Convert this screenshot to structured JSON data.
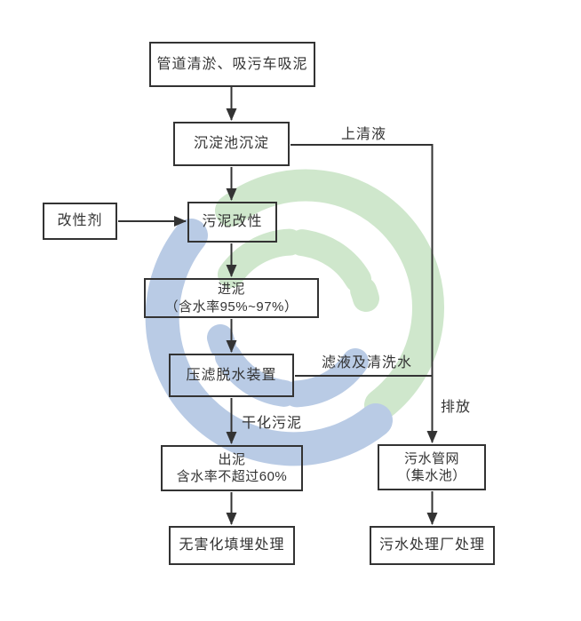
{
  "nodes": {
    "dredging": {
      "label": "管道清淤、吸污车吸泥"
    },
    "sedimentation": {
      "label": "沉淀池沉淀"
    },
    "modifier": {
      "label": "改性剂"
    },
    "modification": {
      "label": "污泥改性"
    },
    "inlet": {
      "lines": [
        "进泥",
        "（含水率95%~97%）"
      ]
    },
    "press": {
      "label": "压滤脱水装置"
    },
    "outlet": {
      "lines": [
        "出泥",
        "含水率不超过60%"
      ]
    },
    "landfill": {
      "label": "无害化填埋处理"
    },
    "sewer": {
      "lines": [
        "污水管网",
        "（集水池）"
      ]
    },
    "plant": {
      "label": "污水处理厂处理"
    }
  },
  "edge_labels": {
    "supernatant": "上清液",
    "filtrate": "滤液及清洗水",
    "dried_sludge": "干化污泥",
    "discharge": "排放"
  },
  "colors": {
    "line": "#333333",
    "text": "#333333",
    "watermark_green": "#cfe7cc",
    "watermark_blue": "#b9cbe5",
    "background": "#ffffff"
  }
}
